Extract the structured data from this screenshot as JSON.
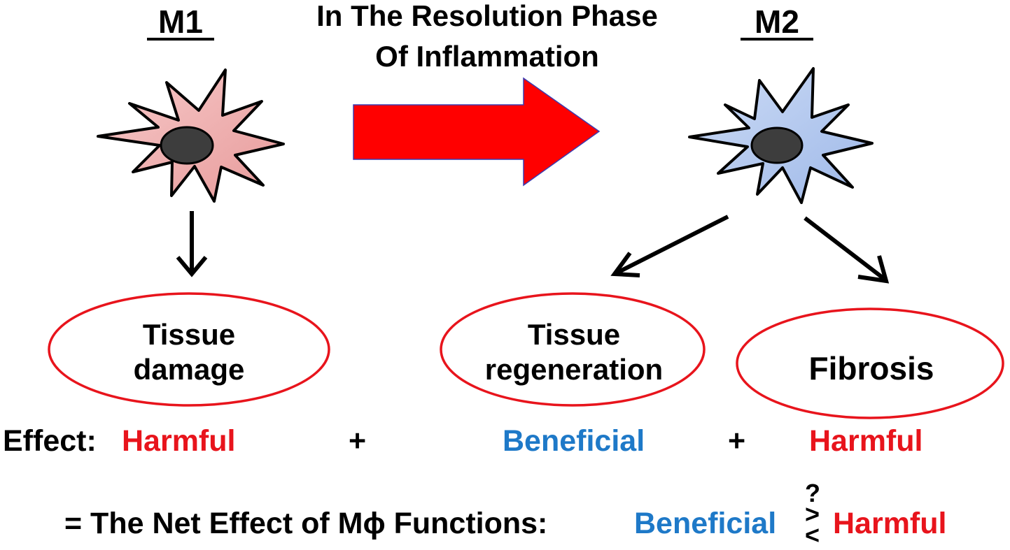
{
  "m1": {
    "label": "M1",
    "cell_color": "#f2b9b9",
    "outcome": "Tissue damage"
  },
  "m2": {
    "label": "M2",
    "cell_color": "#b9cdf0",
    "outcomes": [
      "Tissue regeneration",
      "Fibrosis"
    ]
  },
  "transition": {
    "label_line1": "In The Resolution Phase",
    "label_line2": "Of Inflammation",
    "arrow_color": "#ff0000"
  },
  "effects": {
    "prefix": "Effect:",
    "m1_effect": "Harmful",
    "plus1": "+",
    "regen_effect": "Beneficial",
    "plus2": "+",
    "fibrosis_effect": "Harmful"
  },
  "net": {
    "prefix": "= The Net Effect of Mϕ Functions:",
    "beneficial": "Beneficial",
    "question": "?",
    "greater": ">",
    "less": "<",
    "harmful": "Harmful"
  },
  "colors": {
    "harmful": "#e8141c",
    "beneficial": "#1e79c8",
    "oval_border": "#e8141c",
    "nucleus": "#3d3d3d"
  }
}
